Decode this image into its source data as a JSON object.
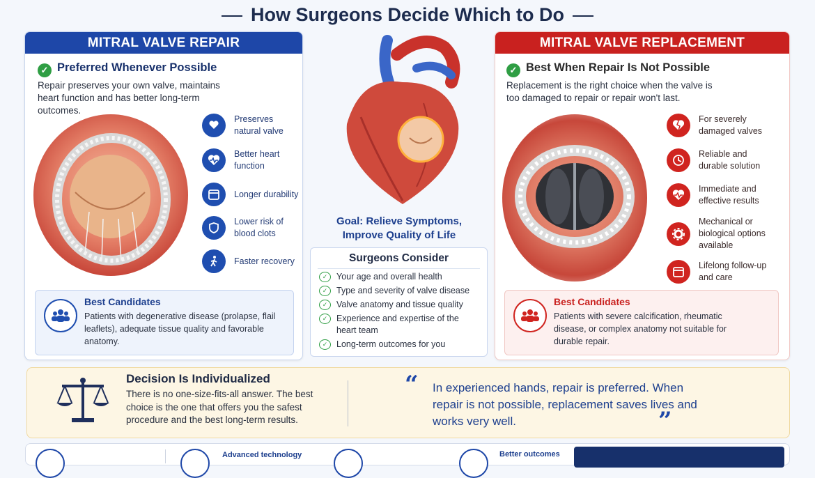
{
  "title": "How Surgeons Decide Which to Do",
  "repair": {
    "header": "MITRAL VALVE REPAIR",
    "preferred": "Preferred Whenever Possible",
    "description": "Repair preserves your own valve, maintains heart function and has better long-term outcomes.",
    "features": [
      {
        "icon": "heart-hands-icon",
        "label": "Preserves natural valve"
      },
      {
        "icon": "heartbeat-icon",
        "label": "Better heart function"
      },
      {
        "icon": "calendar-icon",
        "label": "Longer durability"
      },
      {
        "icon": "shield-icon",
        "label": "Lower risk of blood clots"
      },
      {
        "icon": "walking-person-icon",
        "label": "Faster recovery"
      }
    ],
    "candidates_title": "Best Candidates",
    "candidates_text": "Patients with degenerative disease (prolapse, flail leaflets), adequate tissue quality and favorable anatomy."
  },
  "center": {
    "goal": "Goal: Relieve Symptoms, Improve Quality of Life",
    "consider_title": "Surgeons Consider",
    "consider_items": [
      "Your age and overall health",
      "Type and severity of valve disease",
      "Valve anatomy and tissue quality",
      "Experience and expertise of the heart team",
      "Long-term outcomes for you"
    ]
  },
  "replacement": {
    "header": "MITRAL VALVE REPLACEMENT",
    "preferred": "Best When Repair Is Not Possible",
    "description": "Replacement is the right choice when the valve is too damaged to repair or repair won't last.",
    "features": [
      {
        "icon": "broken-heart-icon",
        "label": "For severely damaged valves"
      },
      {
        "icon": "clock-icon",
        "label": "Reliable and durable solution"
      },
      {
        "icon": "heartbeat-icon",
        "label": "Immediate and effective results"
      },
      {
        "icon": "gear-icon",
        "label": "Mechanical or biological options available"
      },
      {
        "icon": "calendar-icon",
        "label": "Lifelong follow-up and care"
      }
    ],
    "candidates_title": "Best Candidates",
    "candidates_text": "Patients with severe calcification, rheumatic disease, or complex anatomy not suitable for durable repair."
  },
  "decision": {
    "title": "Decision Is Individualized",
    "text": "There is no one-size-fits-all answer. The best choice is the one that offers you the safest procedure and the best long-term results.",
    "quote": "In experienced hands, repair is preferred. When repair is not possible, replacement saves lives and works very well.",
    "open_quote": "“",
    "close_quote": "”"
  },
  "bottom": {
    "items": [
      "Advanced technology",
      "Better outcomes"
    ]
  },
  "colors": {
    "repair_blue": "#1e47a8",
    "replacement_red": "#c9211f",
    "check_green": "#2f9e44"
  }
}
